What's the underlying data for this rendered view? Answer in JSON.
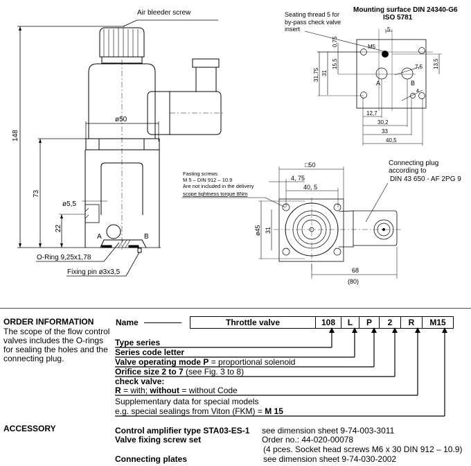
{
  "drawing_side": {
    "air_bleeder_label": "Air bleeder screw",
    "dim_148": "148",
    "dim_73": "73",
    "dim_22": "22",
    "dim_d50": "ø50",
    "dim_d55": "ø5,5",
    "port_a": "A",
    "port_b": "B",
    "oring_label": "O-Ring 9,25x1,78",
    "fixing_pin_label": "Fixing pin  ø3x3,5"
  },
  "drawing_mounting": {
    "title_line1": "Mounting surface DIN 24340-G6",
    "title_line2": "ISO 5781",
    "seating_line1": "Seating thread 5 for",
    "seating_line2": "by-pass check valve",
    "seating_line3": "insert",
    "dim_5": "5",
    "dim_075": "0,75",
    "dim_m5": "M5",
    "dim_3175": "31,75",
    "dim_31": "31",
    "dim_155": "15,5",
    "dim_75": "7,5",
    "dim_135": "13,5",
    "dim_4": "4",
    "port_a": "A",
    "port_b": "B",
    "dim_127": "12,7",
    "dim_302": "30,2",
    "dim_33": "33",
    "dim_405": "40,5"
  },
  "drawing_top": {
    "fasting_line1": "Fasting screws",
    "fasting_line2": "M 5 – DIN 912 – 10.9",
    "fasting_line3": "Are not included in the delivery",
    "fasting_line4": "scope tightness torque 8Nm",
    "dim_sq50": "□50",
    "dim_475": "4, 75",
    "dim_405": "40, 5",
    "dim_d45": "ø45",
    "dim_31": "31",
    "dim_68": "68",
    "dim_80": "(80)",
    "plug_line1": "Connecting plug",
    "plug_line2": "according to",
    "plug_line3": "DIN 43 650 - AF 2PG 9"
  },
  "order": {
    "title": "ORDER INFORMATION",
    "description": "The scope of the flow control valves includes the O-rings for sealing the holes and the connecting plug.",
    "name_label": "Name",
    "code": [
      "Throttle valve",
      "108",
      "L",
      "P",
      "2",
      "R",
      "M15"
    ],
    "rows": {
      "type_series": "Type series",
      "series_code": "Series code letter",
      "mode_bold": "Valve operating mode P",
      "mode_rest": " = proportional solenoid",
      "orifice_bold": "Orifice size 2 to 7",
      "orifice_rest": " (see Fig. 3 to 8)",
      "check_title": "check valve:",
      "check_r": "R",
      "check_with": " = with; ",
      "check_without": "without",
      "check_rest": " = without Code",
      "supp_line1": "Supplementary data for special models",
      "supp_line2": "e.g. special sealings from Viton (FKM) = ",
      "supp_bold": "M 15"
    }
  },
  "accessory": {
    "title": "ACCESSORY",
    "items": [
      {
        "name": "Control amplifier type STA03-ES-1",
        "value": "see dimension sheet    9-74-003-3011"
      },
      {
        "name": "Valve fixing screw set",
        "value": "Order no.: 44-020-00078"
      },
      {
        "name": "",
        "value": "(4 pces. Socket head screws M6 x 30 DIN 912 – 10.9)"
      },
      {
        "name": "Connecting plates",
        "value": "see dimension sheet    9-74-030-2002"
      }
    ]
  }
}
